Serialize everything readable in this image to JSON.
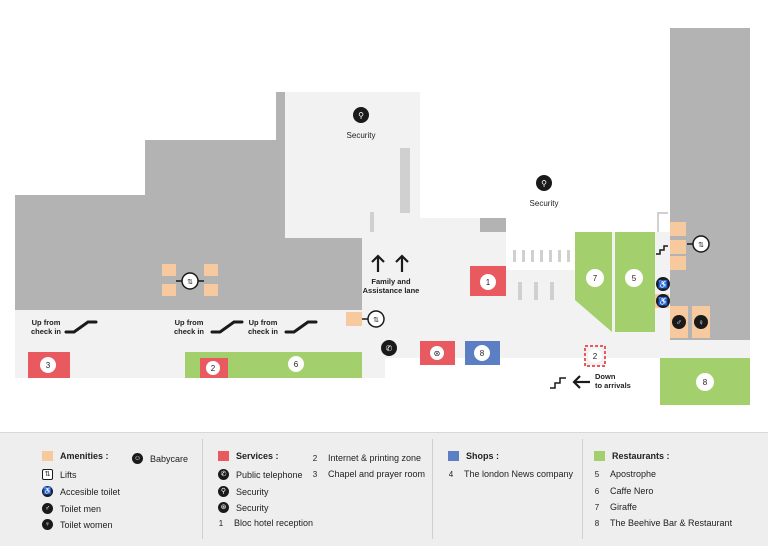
{
  "colors": {
    "building_gray": "#b3b3b3",
    "floor": "#f2f2f2",
    "amenities": "#f7c99e",
    "services": "#e85a5f",
    "shops": "#5b7fc2",
    "restaurants": "#a3cf6c",
    "dark": "#1a1a1a"
  },
  "map": {
    "security_label_1": "Security",
    "security_label_2": "Security",
    "family_lane": [
      "Family and",
      "Assistance lane"
    ],
    "up_from_check_in_1": [
      "Up from",
      "check in"
    ],
    "up_from_check_in_2": [
      "Up from",
      "check in"
    ],
    "up_from_check_in_3": [
      "Up from",
      "check in"
    ],
    "down_to_arrivals": [
      "Down",
      "to arrivals"
    ],
    "markers": {
      "service_1": "1",
      "service_2a": "2",
      "service_2b": "2",
      "service_3": "3",
      "shop_8": "8",
      "rest_5": "5",
      "rest_6": "6",
      "rest_7": "7",
      "rest_8": "8"
    }
  },
  "legend": {
    "amenities": {
      "title": "Amenities :",
      "items": [
        {
          "icon": "lifts-icon",
          "label": "Lifts"
        },
        {
          "icon": "accessible-toilet-icon",
          "label": "Accesible toilet"
        },
        {
          "icon": "toilet-men-icon",
          "label": "Toilet men"
        },
        {
          "icon": "toilet-women-icon",
          "label": "Toilet women"
        }
      ],
      "extra": {
        "icon": "babycare-icon",
        "label": "Babycare"
      }
    },
    "services": {
      "title": "Services :",
      "items": [
        {
          "icon": "phone-icon",
          "label": "Public telephone"
        },
        {
          "icon": "security-icon",
          "label": "Security"
        },
        {
          "icon": "security-scan-icon",
          "label": "Security"
        },
        {
          "num": "1",
          "label": "Bloc hotel reception"
        }
      ],
      "items2": [
        {
          "num": "2",
          "label": "Internet & printing zone"
        },
        {
          "num": "3",
          "label": "Chapel and prayer room"
        }
      ]
    },
    "shops": {
      "title": "Shops :",
      "items": [
        {
          "num": "4",
          "label": "The london News company"
        }
      ]
    },
    "restaurants": {
      "title": "Restaurants :",
      "items": [
        {
          "num": "5",
          "label": "Apostrophe"
        },
        {
          "num": "6",
          "label": "Caffe Nero"
        },
        {
          "num": "7",
          "label": "Giraffe"
        },
        {
          "num": "8",
          "label": "The Beehive Bar & Restaurant"
        }
      ]
    }
  }
}
